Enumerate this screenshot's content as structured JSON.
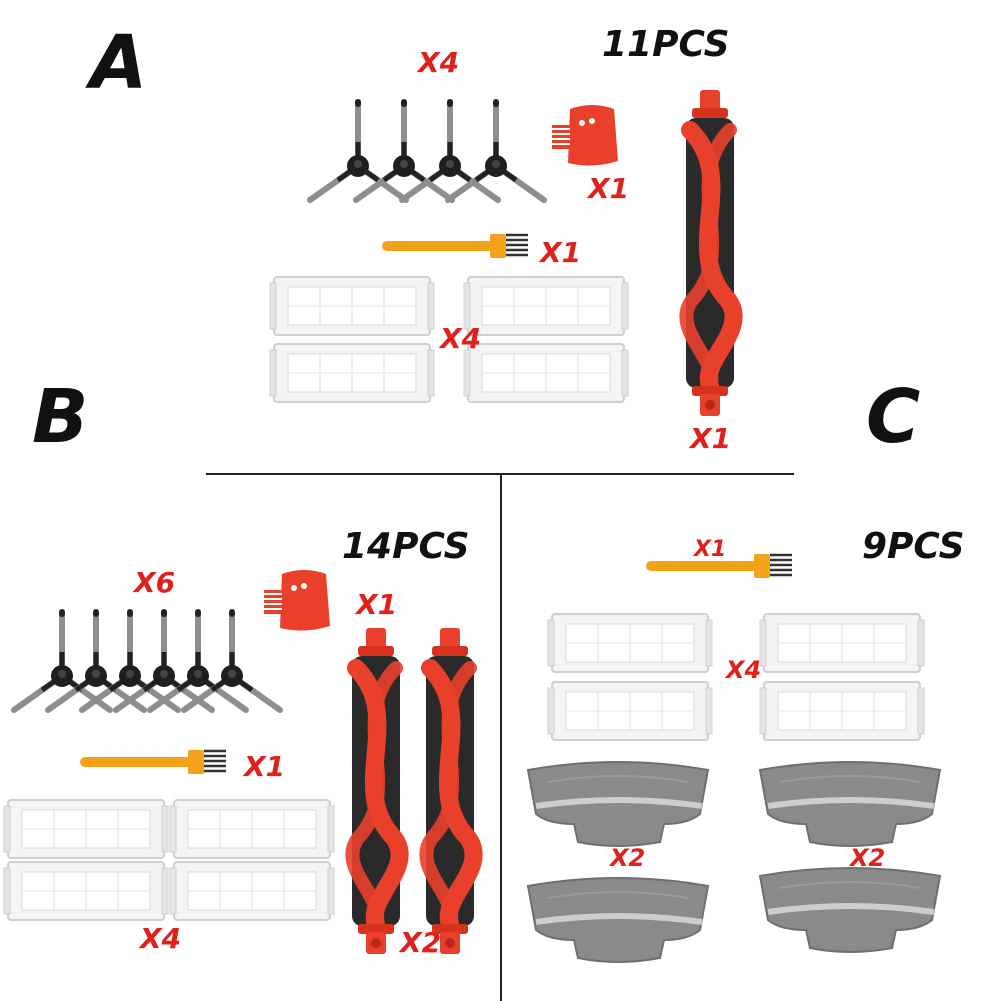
{
  "colors": {
    "red": "#e0201a",
    "roller_red": "#e8402a",
    "bristle": "#2a2a2a",
    "brush_orange": "#f5a21b",
    "filter_frame": "#dcdcdc",
    "mop_gray": "#8a8a8a",
    "line": "#222222"
  },
  "sections": {
    "a": {
      "letter": "A",
      "count": "11PCS",
      "side_brush_qty": "X4",
      "comb_qty": "X1",
      "cleaning_brush_qty": "X1",
      "filter_qty": "X4",
      "roller_qty": "X1"
    },
    "b": {
      "letter": "B",
      "count": "14PCS",
      "side_brush_qty": "X6",
      "comb_qty": "X1",
      "cleaning_brush_qty": "X1",
      "filter_qty": "X4",
      "roller_qty": "X2"
    },
    "c": {
      "letter": "C",
      "count": "9PCS",
      "cleaning_brush_qty": "X1",
      "filter_qty": "X4",
      "mop_left_qty": "X2",
      "mop_right_qty": "X2"
    }
  }
}
